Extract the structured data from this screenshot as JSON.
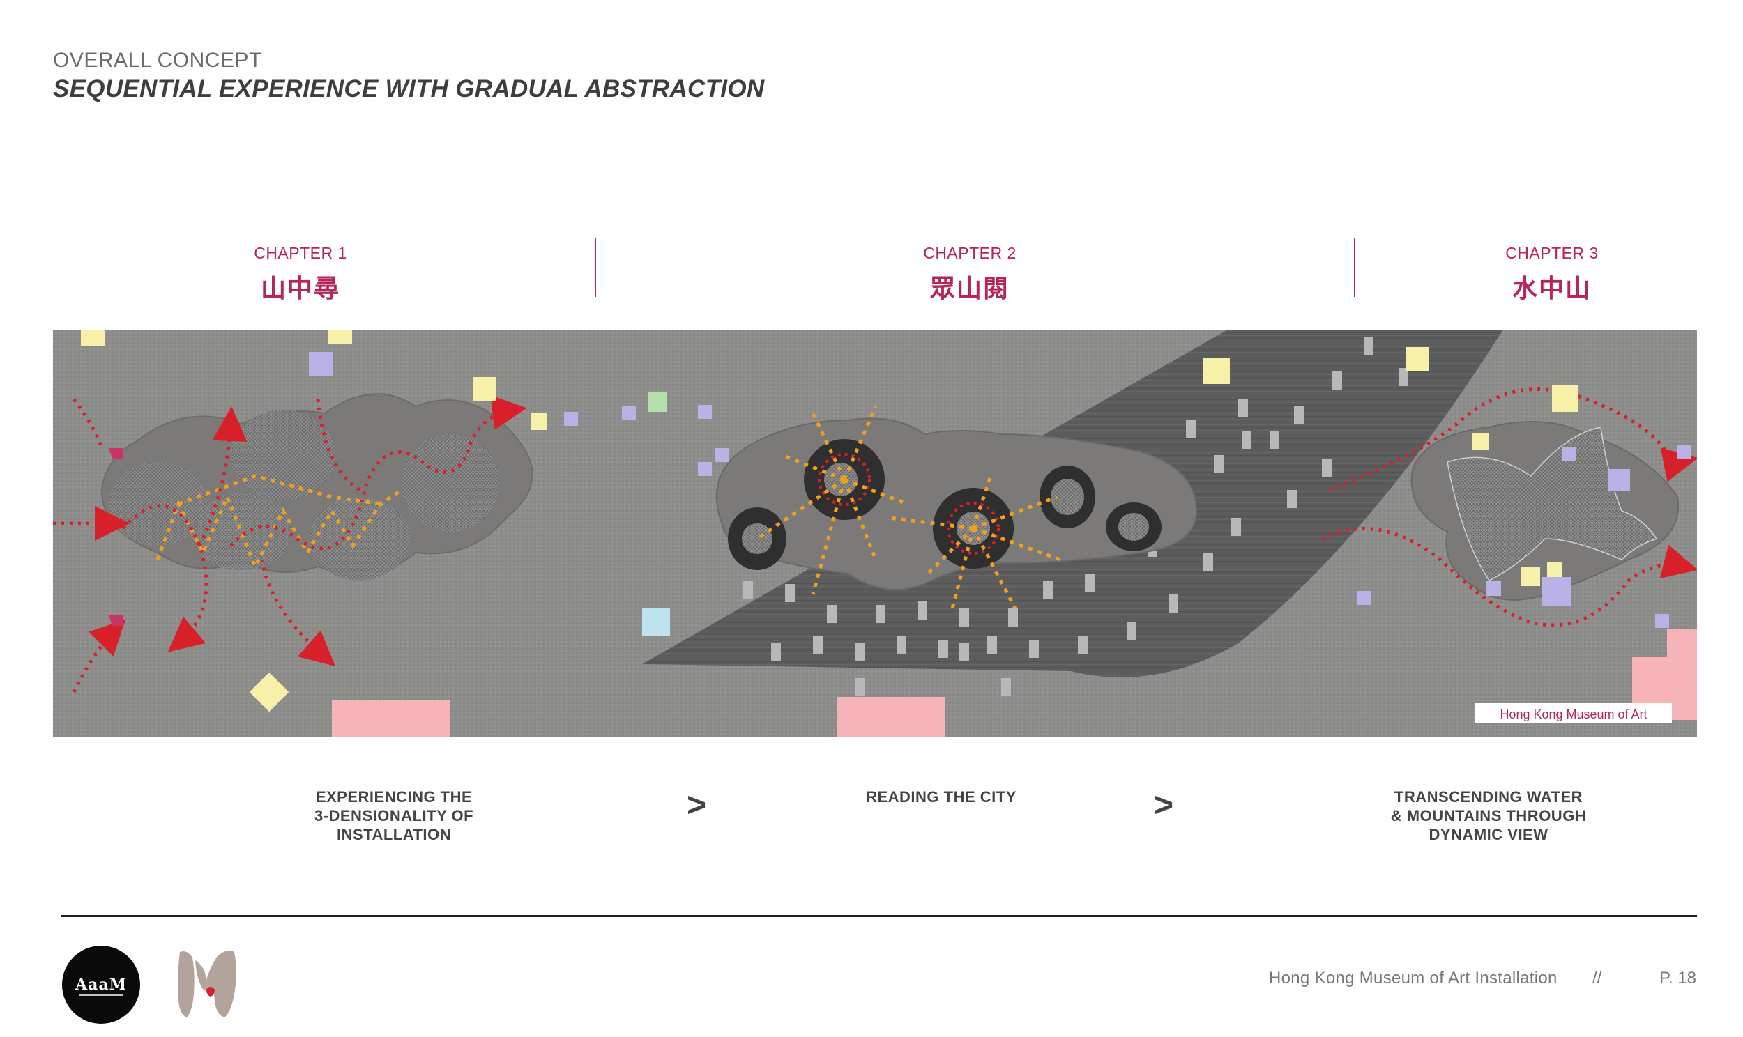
{
  "header": {
    "kicker": "OVERALL CONCEPT",
    "title": "SEQUENTIAL EXPERIENCE WITH GRADUAL ABSTRACTION"
  },
  "chapters": [
    {
      "label": "CHAPTER 1",
      "name": "山中尋"
    },
    {
      "label": "CHAPTER 2",
      "name": "眾山閱"
    },
    {
      "label": "CHAPTER 3",
      "name": "水中山"
    }
  ],
  "plan": {
    "museum_label": "Hong Kong Museum of Art"
  },
  "captions": [
    {
      "line1": "EXPERIENCING THE",
      "line2": "3-DENSIONALITY OF",
      "line3": "INSTALLATION"
    },
    {
      "line1": "READING THE CITY"
    },
    {
      "line1": "TRANSCENDING WATER",
      "line2": "& MOUNTAINS THROUGH",
      "line3": "DYNAMIC VIEW"
    }
  ],
  "separators": [
    ">",
    ">"
  ],
  "footer": {
    "project": "Hong Kong Museum of Art Installation",
    "separator": "//",
    "page": "P. 18"
  },
  "logos": {
    "aaam_text": "AaaM"
  },
  "colors": {
    "accent": "#b5245a",
    "path_red": "#d8202a",
    "sightline_orange": "#f0a020",
    "ground": "#8c8d8b",
    "street": "#5a5a5a",
    "pink_block": "#f6b4b8",
    "yellow_block": "#f7f0a8",
    "lilac_block": "#b9b2e6"
  },
  "icons": [
    "aaam-logo-icon",
    "m-mountain-logo-icon"
  ]
}
